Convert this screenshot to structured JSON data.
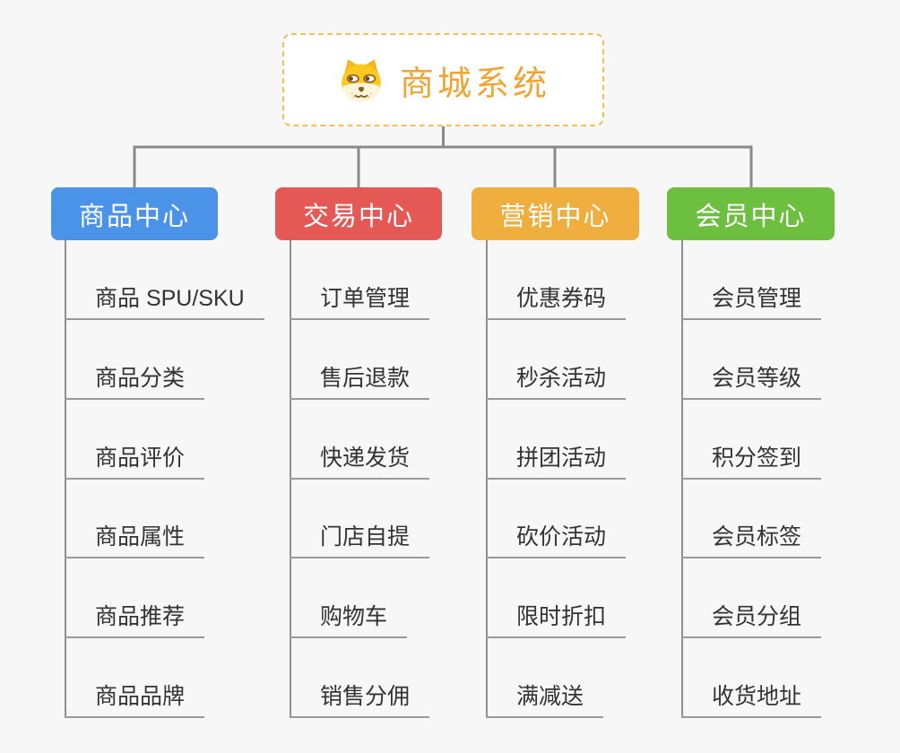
{
  "root": {
    "title": "商城系统",
    "icon": "dog-face-icon",
    "text_color": "#f0a532",
    "border_color": "#f6bd59",
    "background": "#ffffff"
  },
  "connector_color": "#8a8a8a",
  "page_background": "#f7f7f7",
  "leaf_text_color": "#333333",
  "categories": [
    {
      "label": "商品中心",
      "color": "#4b93e8",
      "items": [
        "商品 SPU/SKU",
        "商品分类",
        "商品评价",
        "商品属性",
        "商品推荐",
        "商品品牌"
      ]
    },
    {
      "label": "交易中心",
      "color": "#e45956",
      "items": [
        "订单管理",
        "售后退款",
        "快递发货",
        "门店自提",
        "购物车",
        "销售分佣"
      ]
    },
    {
      "label": "营销中心",
      "color": "#efae3e",
      "items": [
        "优惠券码",
        "秒杀活动",
        "拼团活动",
        "砍价活动",
        "限时折扣",
        "满减送"
      ]
    },
    {
      "label": "会员中心",
      "color": "#6dbf40",
      "items": [
        "会员管理",
        "会员等级",
        "积分签到",
        "会员标签",
        "会员分组",
        "收货地址"
      ]
    }
  ]
}
